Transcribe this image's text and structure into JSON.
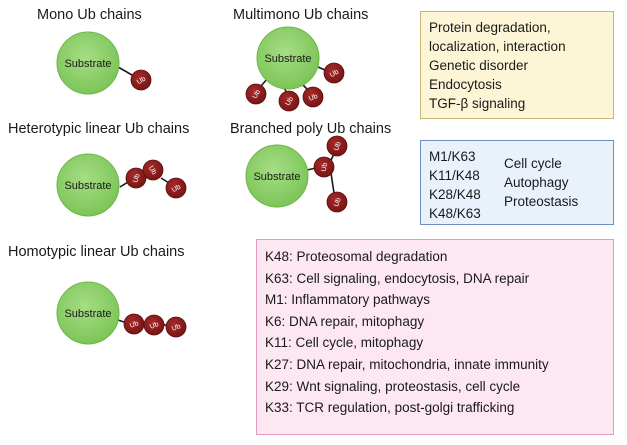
{
  "sections": {
    "mono": "Mono Ub chains",
    "multimono": "Multimono Ub chains",
    "heterotypic": "Heterotypic linear Ub chains",
    "branched": "Branched poly Ub chains",
    "homotypic": "Homotypic linear Ub chains"
  },
  "labels": {
    "substrate": "Substrate",
    "ub": "Ub"
  },
  "colors": {
    "substrate_fill": "#8fd16a",
    "substrate_stroke": "#6cb64a",
    "ub_fill": "#8b1a1a",
    "ub_stroke": "#5a0f0f",
    "yellow_box": "#fdf6d6",
    "blue_box": "#e9f1fb",
    "pink_box": "#fde7f2"
  },
  "functions_box": {
    "lines": [
      "Protein degradation,",
      "localization, interaction",
      "Genetic disorder",
      "Endocytosis",
      "TGF-β signaling"
    ]
  },
  "mixed_box": {
    "linkages": [
      "M1/K63",
      "K11/K48",
      "K28/K48",
      "K48/K63"
    ],
    "roles": [
      "Cell cycle",
      "Autophagy",
      "Proteostasis"
    ]
  },
  "linkage_box": {
    "lines": [
      "K48: Proteosomal degradation",
      "K63: Cell signaling,  endocytosis, DNA repair",
      "M1: Inflammatory pathways",
      "K6: DNA repair,  mitophagy",
      "K11: Cell cycle, mitophagy",
      "K27: DNA repair,  mitochondria, innate immunity",
      "K29: Wnt signaling, proteostasis, cell  cycle",
      "K33: TCR regulation, post-golgi trafficking"
    ]
  }
}
